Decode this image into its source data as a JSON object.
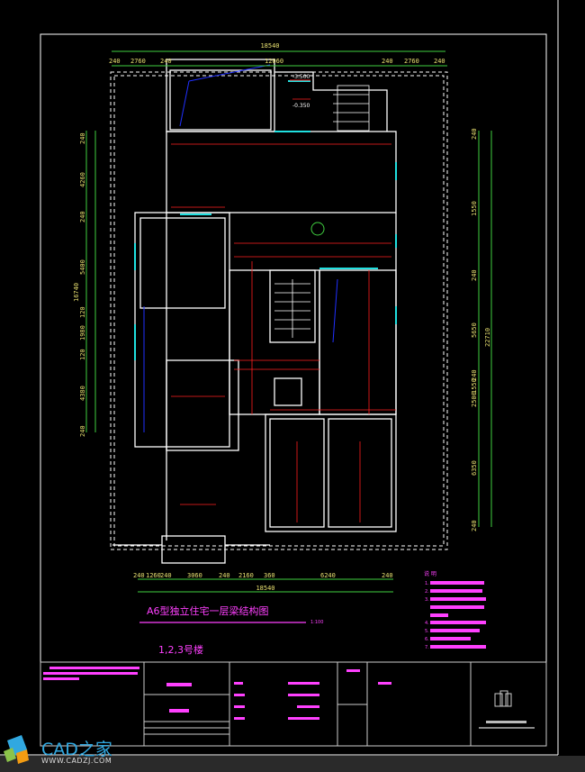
{
  "drawing": {
    "title": "A6型独立住宅一层梁结构图",
    "scale_note": "1:100",
    "subtitle": "1,2,3号楼",
    "elevations": [
      "-3.500",
      "-0.350"
    ],
    "notes_heading": "说 明",
    "notes": [
      "1.",
      "2.",
      "3.",
      "4.",
      "5.",
      "6.",
      "7."
    ]
  },
  "dimensions": {
    "top_total": "18540",
    "top": [
      "240",
      "2760",
      "240",
      "12060",
      "240",
      "2760",
      "240"
    ],
    "bottom_total": "18540",
    "bottom": [
      "240",
      "1260",
      "240",
      "3060",
      "240",
      "2160",
      "360",
      "6240",
      "240"
    ],
    "right_total": "22710",
    "right": [
      "240",
      "1550",
      "240",
      "5650",
      "240",
      "2500",
      "1550",
      "6350",
      "240"
    ],
    "left_total": "16740",
    "left": [
      "240",
      "4260",
      "240",
      "5400",
      "120",
      "1980",
      "120",
      "4380",
      "240"
    ]
  },
  "watermark": {
    "brand": "CAD之家",
    "url": "WWW.CADZJ.COM"
  },
  "colors": {
    "wall": "#ffffff",
    "dim": "#40d040",
    "red": "#ff2020",
    "cyan": "#20e0e0",
    "magenta": "#ff40ff",
    "blue": "#2030ff"
  }
}
